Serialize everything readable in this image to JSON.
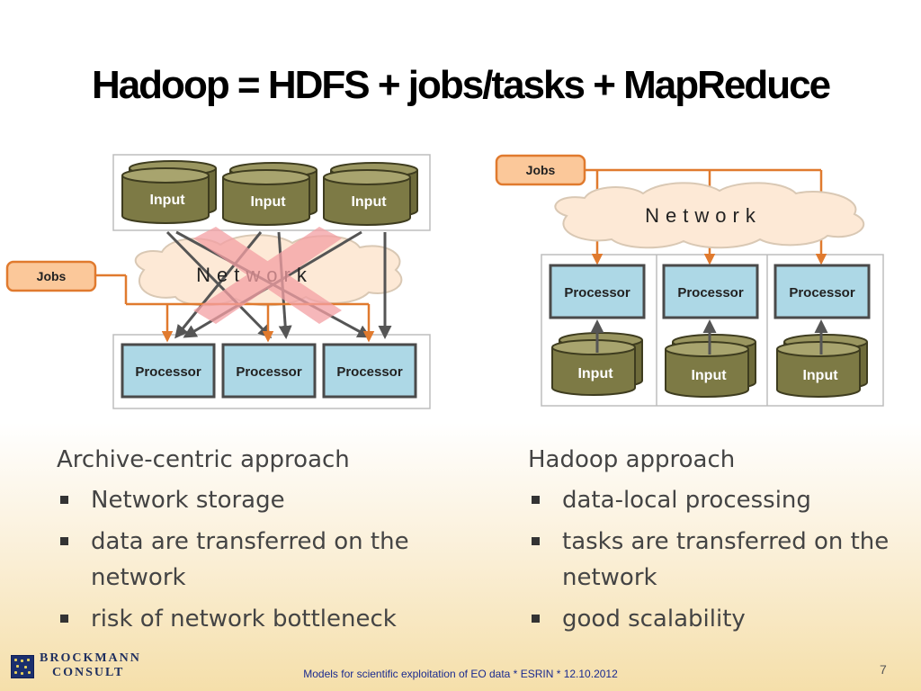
{
  "slide": {
    "title": "Hadoop = HDFS + jobs/tasks + MapReduce",
    "page_number": "7",
    "footer": "Models for scientific exploitation of EO data * ESRIN * 12.10.2012",
    "logo": {
      "line1": "Brockmann",
      "line2": "Consult"
    }
  },
  "left_diagram": {
    "input_label": "Input",
    "processor_label": "Processor",
    "network_label": "Network",
    "jobs_label": "Jobs"
  },
  "right_diagram": {
    "input_label": "Input",
    "processor_label": "Processor",
    "network_label": "Network",
    "jobs_label": "Jobs"
  },
  "left_column": {
    "heading": "Archive-centric approach",
    "bullets": [
      "Network storage",
      "data are transferred on the network",
      "risk of network bottleneck"
    ]
  },
  "right_column": {
    "heading": "Hadoop approach",
    "bullets": [
      "data-local processing",
      "tasks are transferred on the network",
      "good scalability"
    ]
  },
  "colors": {
    "input_fill": "#7d7a45",
    "processor_fill": "#add8e6",
    "jobs_fill": "#fbc89a",
    "jobs_border": "#e07a2e",
    "arrow_orange": "#e07a2e",
    "arrow_gray": "#555555",
    "cross": "#f4a0a4"
  }
}
